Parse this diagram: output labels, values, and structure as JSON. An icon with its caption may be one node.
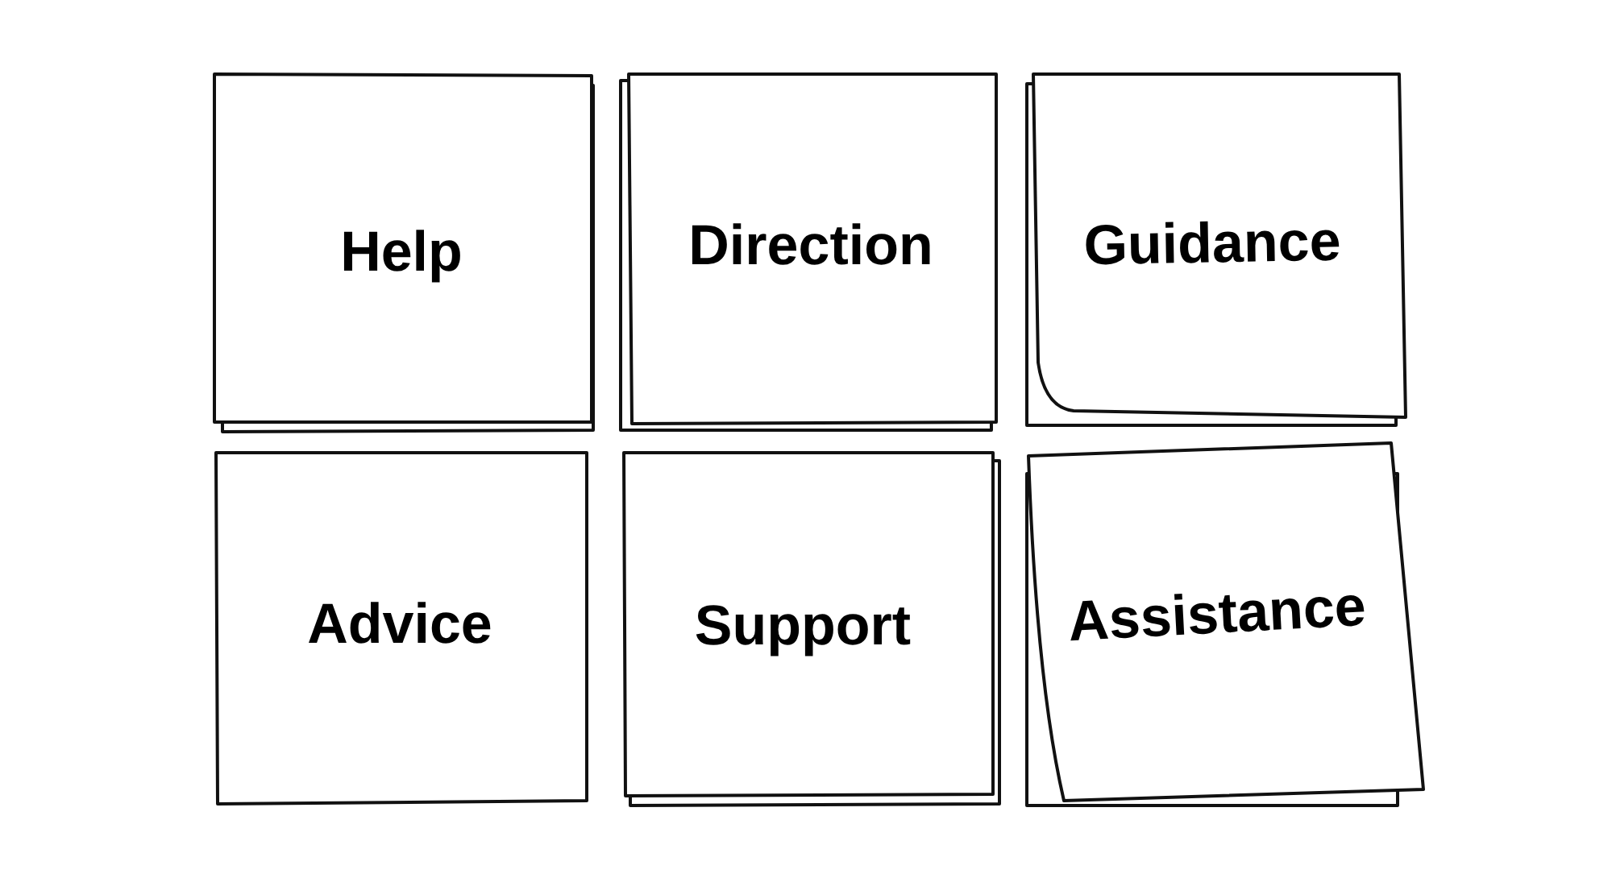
{
  "diagram": {
    "nodes": [
      {
        "text": [
          "Help"
        ]
      },
      {
        "text": [
          "Direction"
        ]
      },
      {
        "text": [
          "Guidance"
        ]
      },
      {
        "text": [
          "Advice"
        ]
      },
      {
        "text": [
          "Support"
        ]
      },
      {
        "text": [
          "Assistance"
        ]
      }
    ]
  }
}
